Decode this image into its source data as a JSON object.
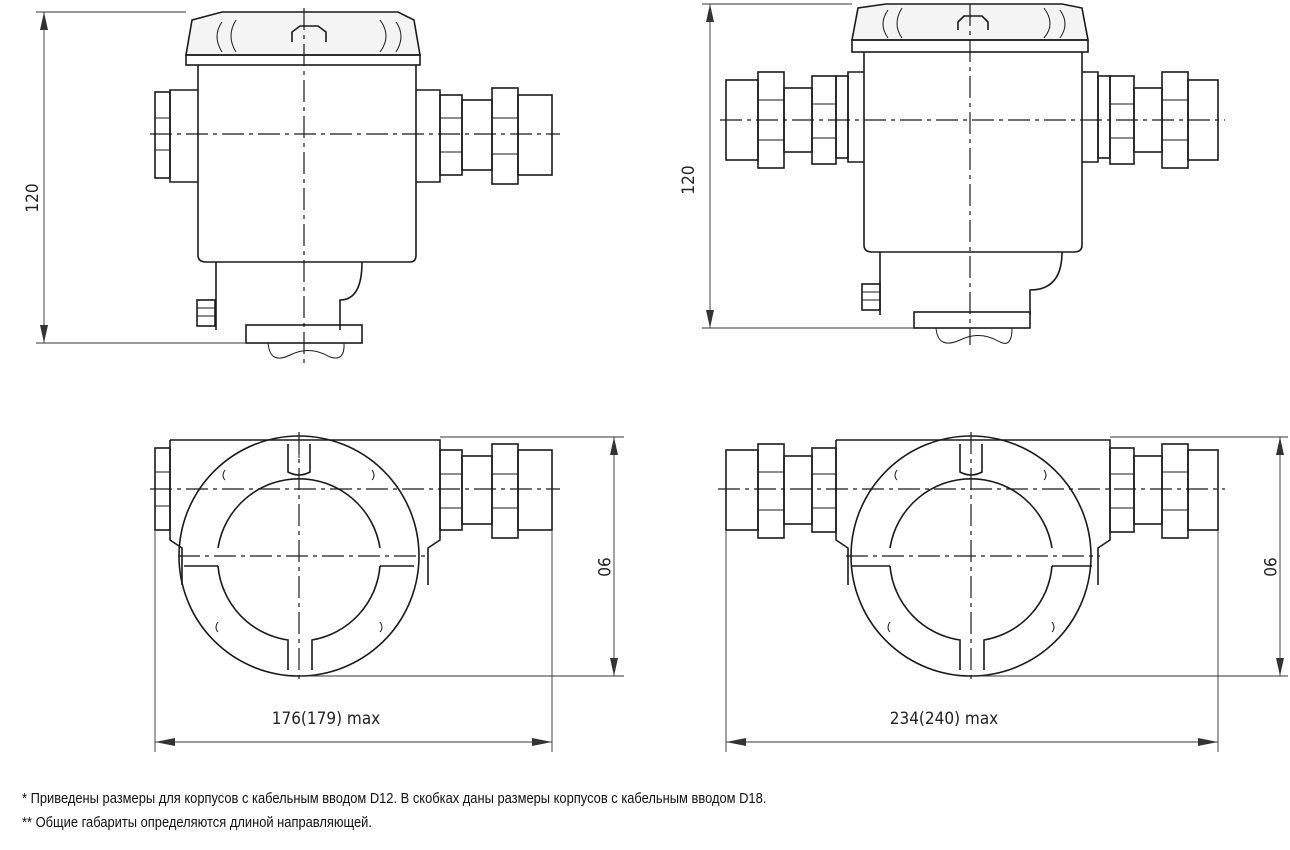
{
  "dimensions": {
    "height_left": "120",
    "height_right": "120",
    "depth_left": "90",
    "depth_right": "90",
    "width_left": "176(179) max",
    "width_right": "234(240) max"
  },
  "notes": [
    "* Приведены размеры для корпусов с кабельным вводом D12. В скобках даны размеры корпусов с кабельным вводом D18.",
    "** Общие габариты определяются длиной направляющей."
  ]
}
